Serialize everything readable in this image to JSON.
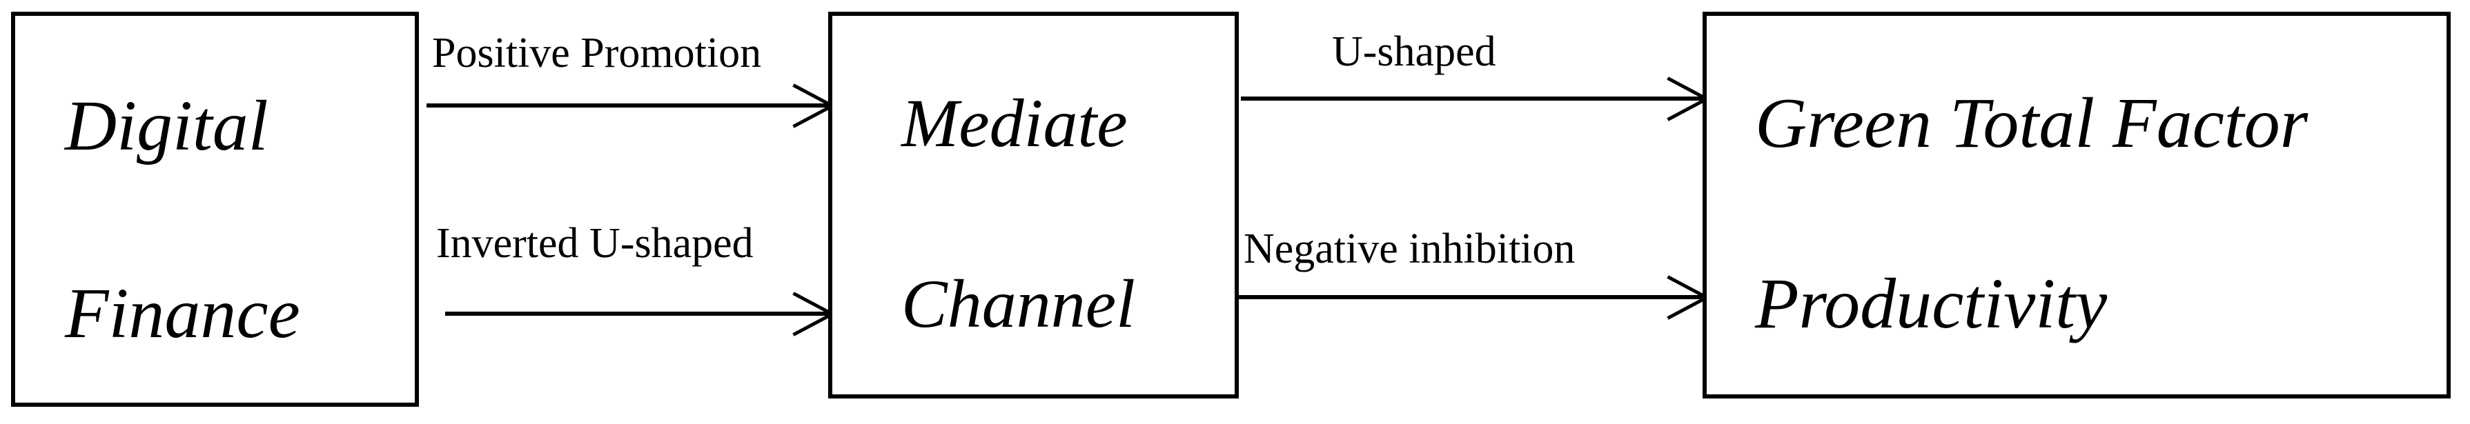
{
  "diagram": {
    "type": "mediation-flow",
    "background_color": "#ffffff",
    "line_color": "#000000",
    "nodes": [
      {
        "id": "digital-finance",
        "lines": [
          "Digital",
          "Finance"
        ],
        "role": "independent-variable"
      },
      {
        "id": "mediate-channel",
        "lines": [
          "Mediate",
          "Channel"
        ],
        "role": "mediator"
      },
      {
        "id": "green-total-factor-productivity",
        "lines": [
          "Green Total Factor",
          "Productivity"
        ],
        "role": "dependent-variable"
      }
    ],
    "edges": [
      {
        "id": "positive-promotion",
        "label": "Positive Promotion",
        "from": "digital-finance",
        "to": "mediate-channel",
        "position": "top"
      },
      {
        "id": "inverted-u-shaped",
        "label": "Inverted U-shaped",
        "from": "digital-finance",
        "to": "mediate-channel",
        "position": "bottom"
      },
      {
        "id": "u-shaped",
        "label": "U-shaped",
        "from": "mediate-channel",
        "to": "green-total-factor-productivity",
        "position": "top"
      },
      {
        "id": "negative-inhibition",
        "label": "Negative inhibition",
        "from": "mediate-channel",
        "to": "green-total-factor-productivity",
        "position": "bottom"
      }
    ]
  }
}
